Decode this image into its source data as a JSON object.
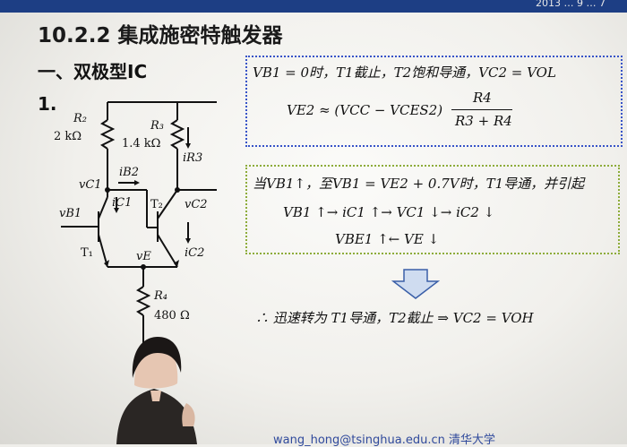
{
  "header": {
    "corner_text": "2013 … 9 … 7"
  },
  "slide": {
    "title": "10.2.2 集成施密特触发器",
    "subtitle": "一、双极型IC",
    "item_number": "1."
  },
  "circuit": {
    "r2_name": "R₂",
    "r2_value": "2 kΩ",
    "r3_name": "R₃",
    "r3_value": "1.4 kΩ",
    "r4_name": "R₄",
    "r4_value": "480 Ω",
    "vc1": "vC1",
    "vb1": "vB1",
    "ic1": "iC1",
    "ib2": "iB2",
    "ir3": "iR3",
    "t2": "T₂",
    "vc2": "vC2",
    "ic2": "iC2",
    "t1": "T₁",
    "ve": "vE"
  },
  "box1": {
    "line1": "VB1 = 0时，T1截止，T2饱和导通，VC2 = VOL",
    "line2_left": "VE2 ≈ (VCC − VCES2)",
    "frac_num": "R4",
    "frac_den": "R3 + R4"
  },
  "box2": {
    "line1": "当VB1↑，至VB1 = VE2 + 0.7V时，T1导通，并引起",
    "line2": "VB1 ↑→ iC1 ↑→ VC1 ↓→ iC2 ↓",
    "line3": "VBE1 ↑← VE ↓"
  },
  "conclusion": "∴ 迅速转为 T1导通，T2截止 ⇒ VC2 = VOH",
  "footer": "wang_hong@tsinghua.edu.cn  清华大学"
}
